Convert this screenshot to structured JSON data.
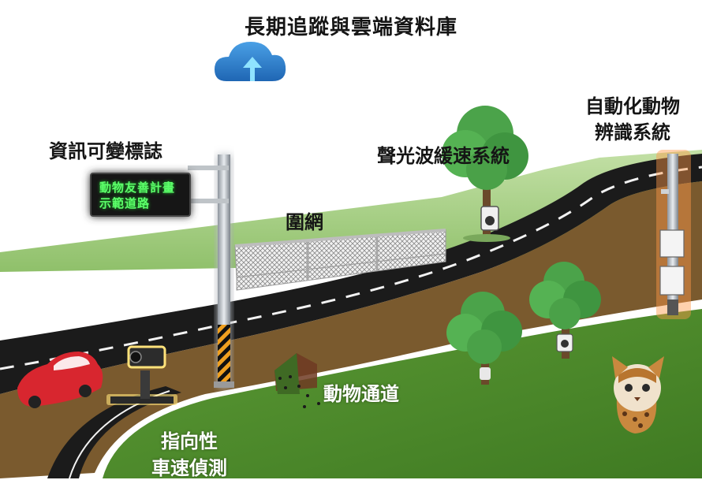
{
  "labels": {
    "title": "長期追蹤與雲端資料庫",
    "vms": "資訊可變標誌",
    "fence": "圍網",
    "light_wave": "聲光波緩速系統",
    "auto_recog_line1": "自動化動物",
    "auto_recog_line2": "辨識系統",
    "animal_passage": "動物通道",
    "directional_line1": "指向性",
    "directional_line2": "車速偵測"
  },
  "sign": {
    "line1": "動物友善計畫",
    "line2": "示範道路"
  },
  "icons": [
    "cloud-upload-icon",
    "leopard-cat-icon",
    "car-icon",
    "speed-camera-icon",
    "recognition-pole-icon"
  ],
  "colors": {
    "road": "#1a1a1a",
    "grass_light": "#a9d18e",
    "grass_dark": "#4e8a2c",
    "dirt": "#7a5a2e",
    "cloud": "#2f7fc8",
    "sign_text": "#5dff6b",
    "car": "#d8262f"
  }
}
